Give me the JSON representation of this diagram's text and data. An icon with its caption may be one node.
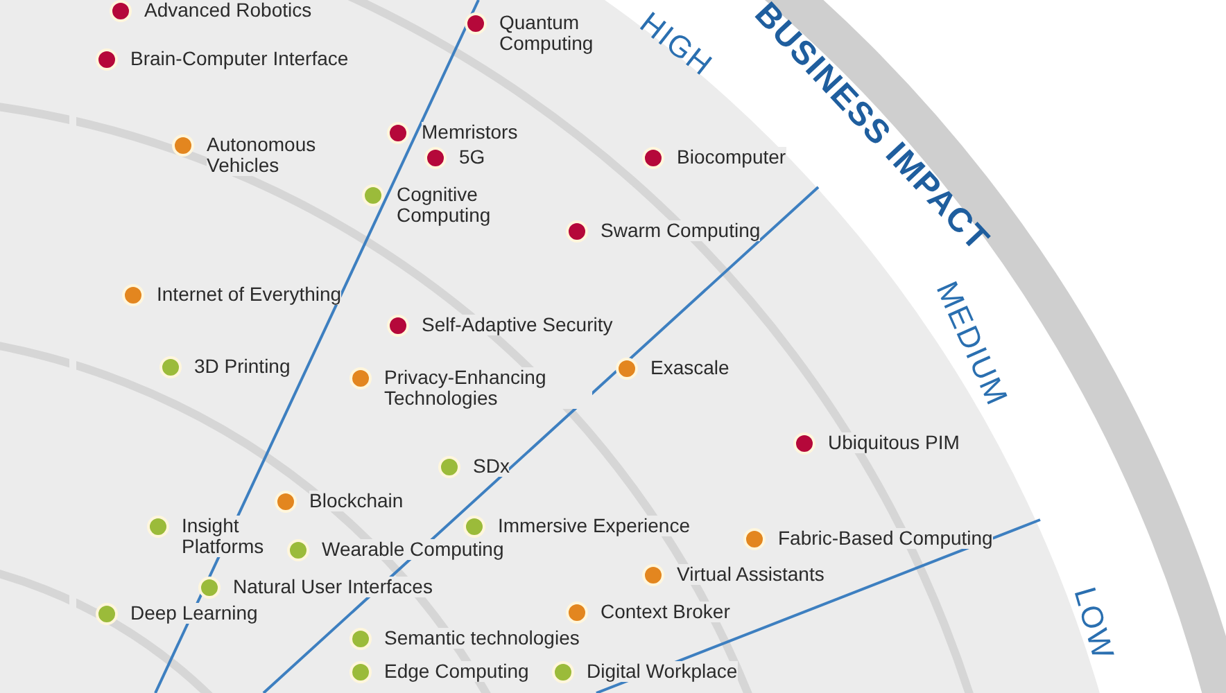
{
  "diagram": {
    "labels": [
      "Advanced Robotics",
      "BUSINESS IMPACT",
      "Quantum Computing",
      "HIGH",
      "Brain-Computer Interface",
      "Memristors",
      "Autonomous Vehicles",
      "5G",
      "Biocomputer",
      "Cognitive Computing",
      "Swarm Computing",
      "Internet of Everything",
      "Self-Adaptive Security",
      "MEDIUM",
      "3D Printing",
      "Exascale",
      "Privacy-Enhancing Technologies",
      "Ubiquitous PIM",
      "SDx",
      "Blockchain",
      "Insight Platforms",
      "Immersive Experience",
      "Fabric-Based Computing",
      "Wearable Computing",
      "Virtual Assistants",
      "Natural User Interfaces",
      "Deep Learning",
      "Context Broker",
      "Semantic technologies",
      "Edge Computing",
      "Digital Workplace",
      "LOW"
    ]
  }
}
